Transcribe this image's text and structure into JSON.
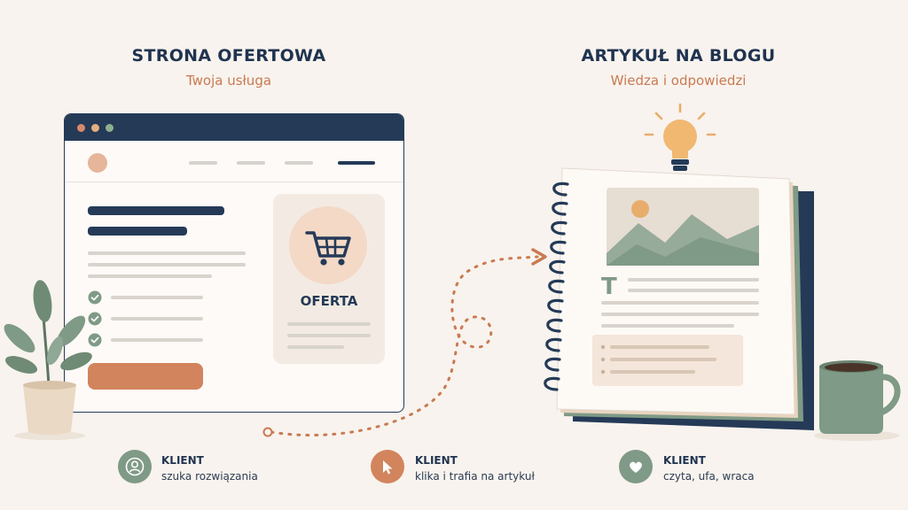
{
  "left": {
    "title": "STRONA OFERTOWA",
    "subtitle": "Twoja usługa",
    "offer_label": "OFERTA"
  },
  "right": {
    "title": "ARTYKUŁ NA BLOGU",
    "subtitle": "Wiedza i odpowiedzi"
  },
  "steps": [
    {
      "heading": "KLIENT",
      "text": "szuka rozwiązania",
      "icon": "user-icon"
    },
    {
      "heading": "KLIENT",
      "text": "klika i trafia na artykuł",
      "icon": "cursor-icon"
    },
    {
      "heading": "KLIENT",
      "text": "czyta, ufa, wraca",
      "icon": "heart-icon"
    }
  ],
  "colors": {
    "navy": "#253a57",
    "terracotta": "#c97a52",
    "sage": "#7f9a86",
    "cream": "#f8f3ee"
  }
}
